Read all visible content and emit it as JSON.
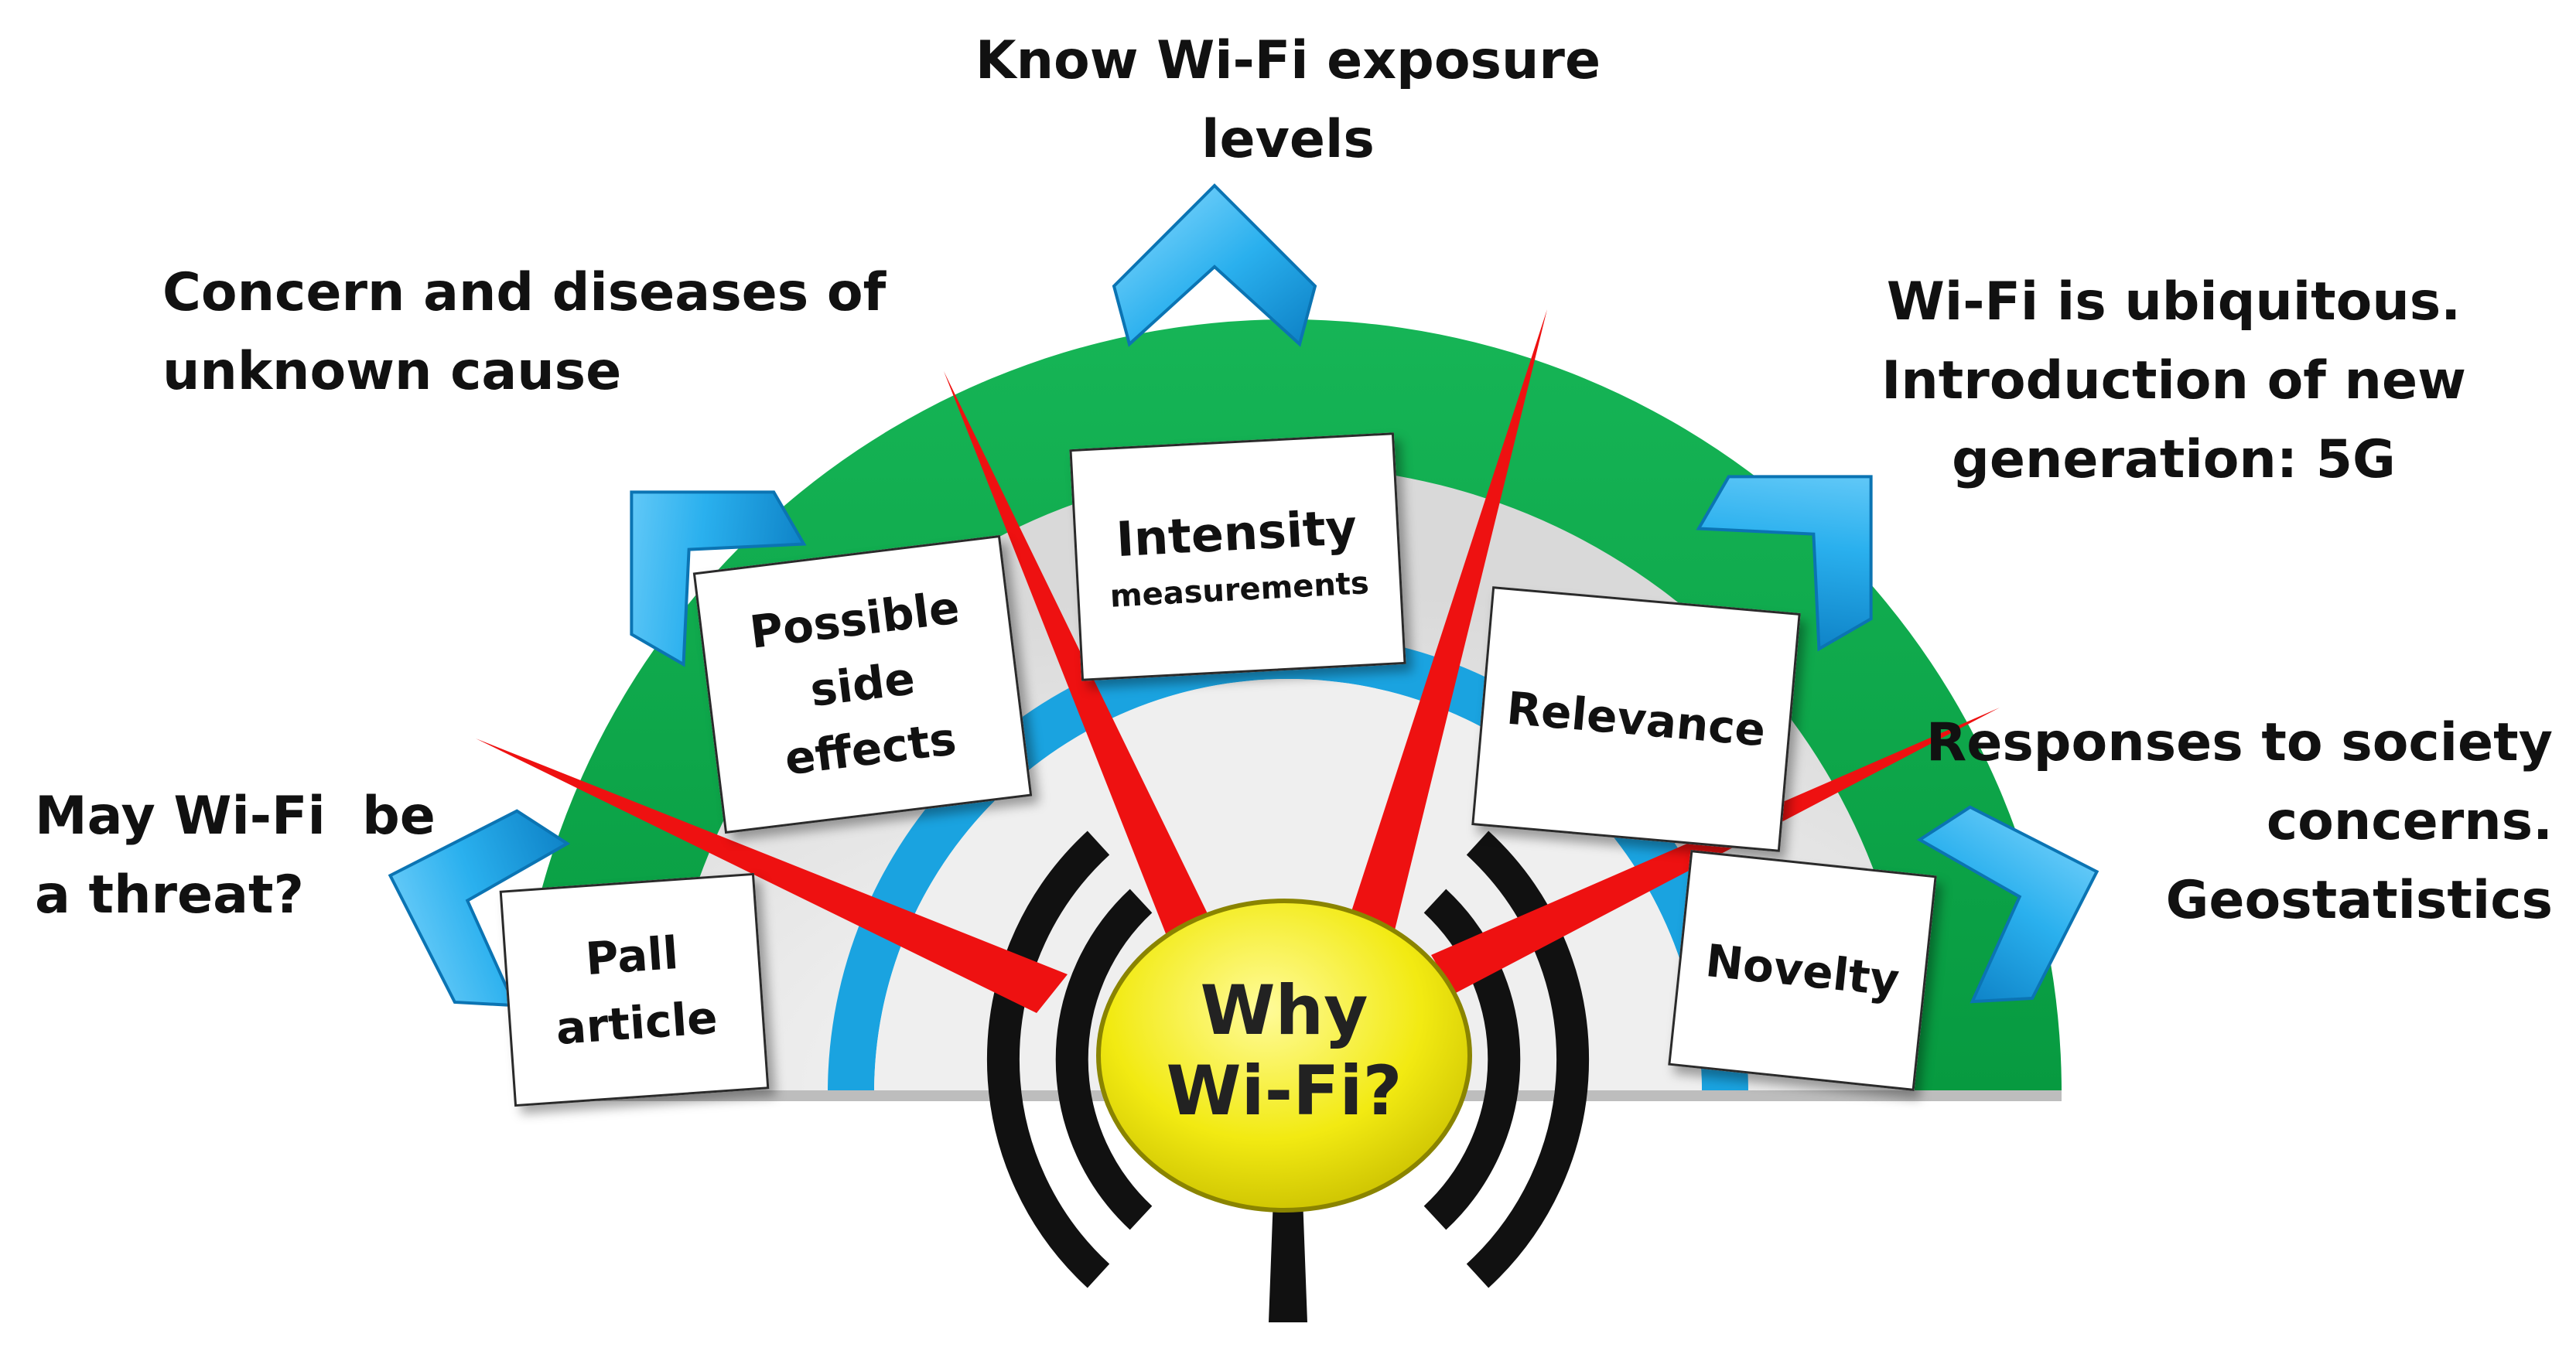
{
  "center": {
    "line1": "Why",
    "line2": "Wi-Fi?"
  },
  "notes": [
    {
      "id": "pall",
      "lines": [
        "Pall",
        "article"
      ]
    },
    {
      "id": "side_effects",
      "lines": [
        "Possible",
        "side",
        "effects"
      ]
    },
    {
      "id": "intensity",
      "lines": [
        "Intensity",
        "measurements"
      ]
    },
    {
      "id": "relevance",
      "lines": [
        "Relevance"
      ]
    },
    {
      "id": "novelty",
      "lines": [
        "Novelty"
      ]
    }
  ],
  "outer_labels": [
    {
      "id": "threat",
      "lines": [
        "May Wi-Fi  be",
        "a threat?"
      ]
    },
    {
      "id": "concern",
      "lines": [
        "Concern and diseases of",
        "unknown cause"
      ]
    },
    {
      "id": "exposure",
      "lines": [
        "Know Wi-Fi exposure",
        "levels"
      ]
    },
    {
      "id": "ubiquitous",
      "lines": [
        "Wi-Fi is ubiquitous.",
        "Introduction of new",
        "generation: 5G"
      ]
    },
    {
      "id": "responses",
      "lines": [
        "Responses to society",
        "concerns.",
        "Geostatistics"
      ]
    }
  ],
  "colors": {
    "outer_ring": "#0aa84a",
    "inner_band": "#1aa3e0",
    "chevron": "#33b7ee",
    "spoke": "#ee1111",
    "hub": "#f4ee1e",
    "wifi_arcs": "#111111"
  },
  "icons": [
    "chevron-up-icon",
    "wifi-signal-icon"
  ]
}
